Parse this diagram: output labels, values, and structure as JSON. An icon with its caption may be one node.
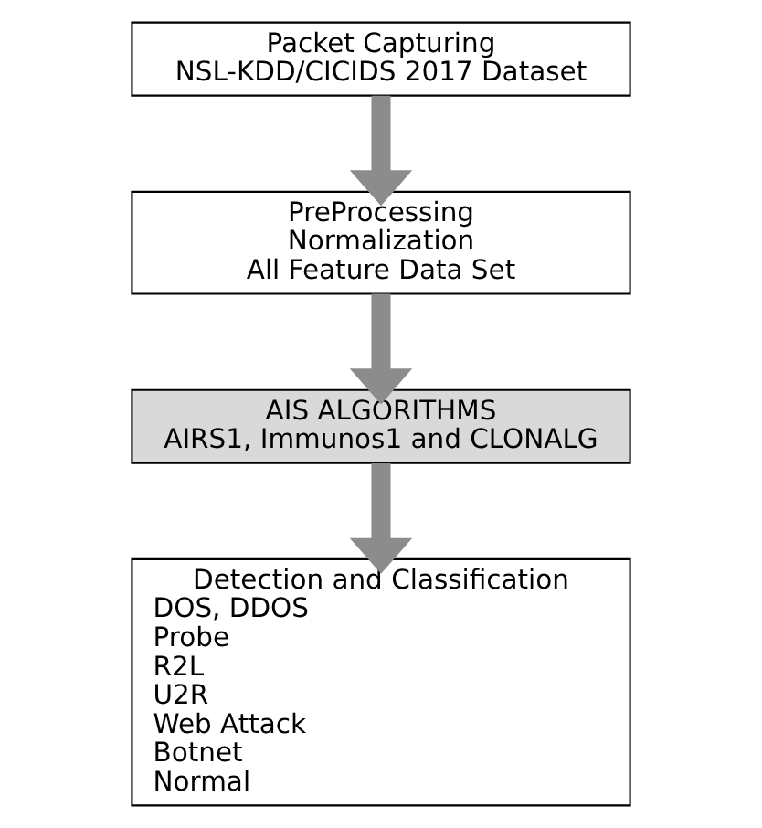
{
  "diagram": {
    "nodes": [
      {
        "text": [
          "Packet Capturing",
          "NSL-KDD/CICIDS 2017 Dataset"
        ]
      },
      {
        "text": [
          "PreProcessing",
          "Normalization",
          "All Feature Data Set"
        ]
      },
      {
        "text": [
          "AIS ALGORITHMS",
          "AIRS1, Immunos1 and CLONALG"
        ]
      },
      {
        "text": [
          "Detection and Classification",
          "DOS, DDOS",
          "Probe",
          "R2L",
          "U2R",
          "Web Attack",
          "Botnet",
          "Normal"
        ]
      }
    ],
    "edges": [
      {
        "from": 0,
        "to": 1,
        "arrow": "to"
      },
      {
        "from": 1,
        "to": 2,
        "arrow": "to"
      },
      {
        "from": 2,
        "to": 3,
        "arrow": "to"
      }
    ]
  }
}
